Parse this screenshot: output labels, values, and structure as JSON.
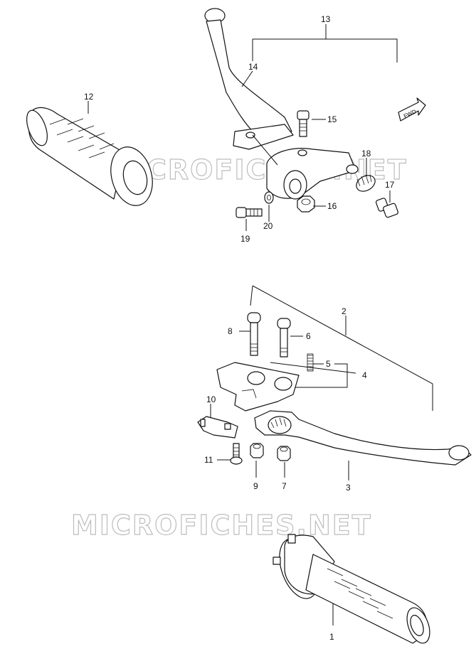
{
  "watermarks": [
    "MICROFICHES.NET",
    "MICROFICHES.NET"
  ],
  "fwd_badge": "FWD",
  "callouts": {
    "p1": "1",
    "p2": "2",
    "p3": "3",
    "p4": "4",
    "p5": "5",
    "p6": "6",
    "p7": "7",
    "p8": "8",
    "p9": "9",
    "p10": "10",
    "p11": "11",
    "p12": "12",
    "p13": "13",
    "p14": "14",
    "p15": "15",
    "p16": "16",
    "p17": "17",
    "p18": "18",
    "p19": "19",
    "p20": "20"
  }
}
